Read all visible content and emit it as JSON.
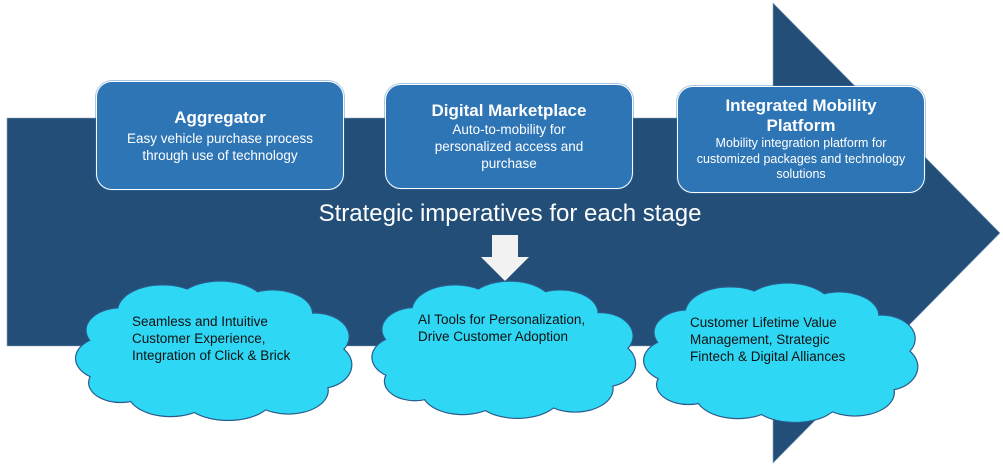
{
  "diagram": {
    "type": "process-arrow",
    "colors": {
      "arrow": "#234e77",
      "stage_box": "#2e75b6",
      "cloud_fill": "#2ed8f5",
      "cloud_stroke": "#2a5a8a",
      "down_arrow": "#f2f2f2",
      "text_light": "#ffffff",
      "text_dark": "#111111"
    },
    "stages": [
      {
        "title": "Aggregator",
        "description": "Easy vehicle purchase process through use of technology",
        "description_lines": [
          "Easy vehicle purchase process",
          "through use of technology"
        ]
      },
      {
        "title": "Digital Marketplace",
        "description": "Auto-to-mobility for personalized access and purchase",
        "description_lines": [
          "Auto-to-mobility for",
          "personalized access and",
          "purchase"
        ]
      },
      {
        "title": "Integrated Mobility Platform",
        "title_lines": [
          "Integrated Mobility",
          "Platform"
        ],
        "description": "Mobility integration platform for customized packages and technology solutions",
        "description_lines": [
          "Mobility integration platform for",
          "customized packages and technology",
          "solutions"
        ]
      }
    ],
    "imperatives_heading": "Strategic imperatives for each stage",
    "imperatives": [
      {
        "lines": [
          "Seamless and Intuitive",
          "Customer Experience,",
          "Integration of Click & Brick"
        ]
      },
      {
        "lines": [
          "AI Tools for Personalization,",
          "Drive Customer Adoption"
        ]
      },
      {
        "lines": [
          "Customer Lifetime Value",
          "Management, Strategic",
          "Fintech & Digital Alliances"
        ]
      }
    ]
  }
}
